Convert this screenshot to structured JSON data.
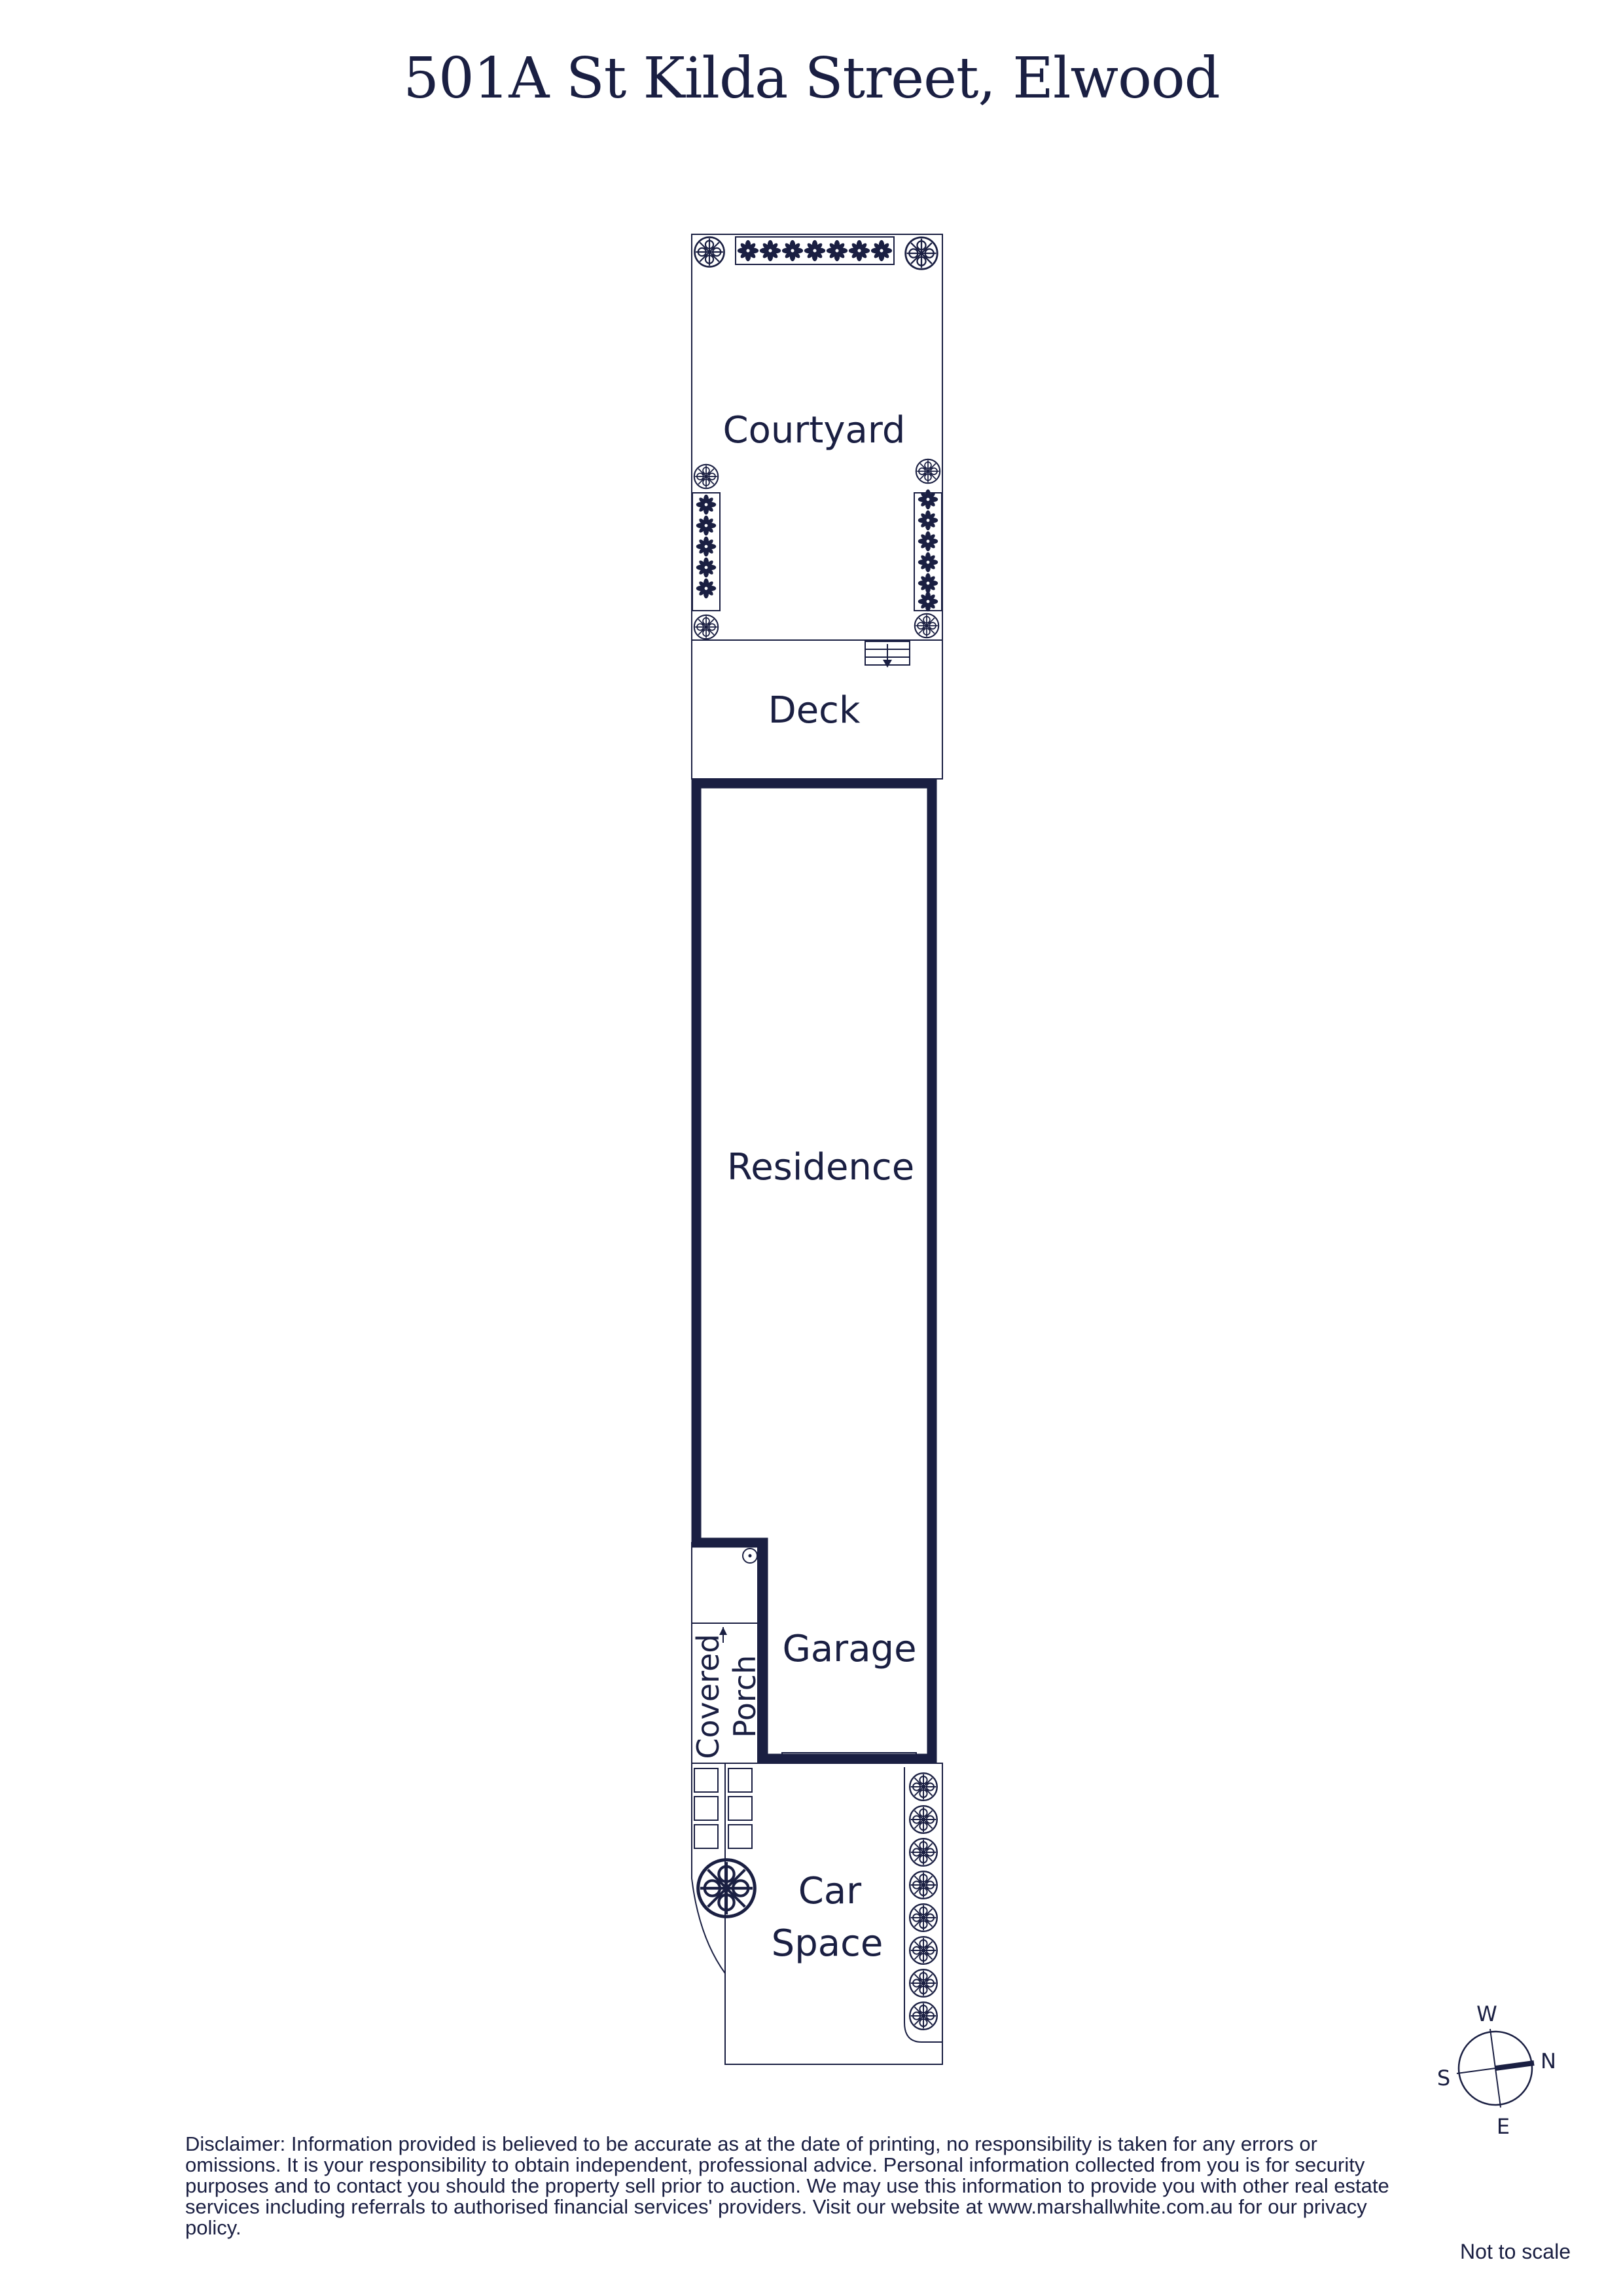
{
  "title": "501A St Kilda Street, Elwood",
  "rooms": {
    "courtyard": "Courtyard",
    "deck": "Deck",
    "residence": "Residence",
    "garage": "Garage",
    "covered_porch_line1": "Covered",
    "covered_porch_line2": "Porch",
    "car_space_line1": "Car",
    "car_space_line2": "Space"
  },
  "compass": {
    "w": "W",
    "n": "N",
    "s": "S",
    "e": "E"
  },
  "icons": [
    "tree-icon",
    "shrub-icon",
    "steps-icon",
    "compass-icon"
  ],
  "colors": {
    "ink": "#1a1f42"
  },
  "disclaimer": "Disclaimer: Information provided is believed to be accurate as at the date of printing, no responsibility is taken for any errors or omissions. It is your responsibility to obtain independent, professional advice. Personal information collected from you is for security purposes and to contact you should the property sell prior to auction. We may use this information to provide you with other real estate services including referrals to authorised financial services' providers. Visit our website at www.marshallwhite.com.au for our privacy policy.",
  "scale_note": "Not to scale"
}
